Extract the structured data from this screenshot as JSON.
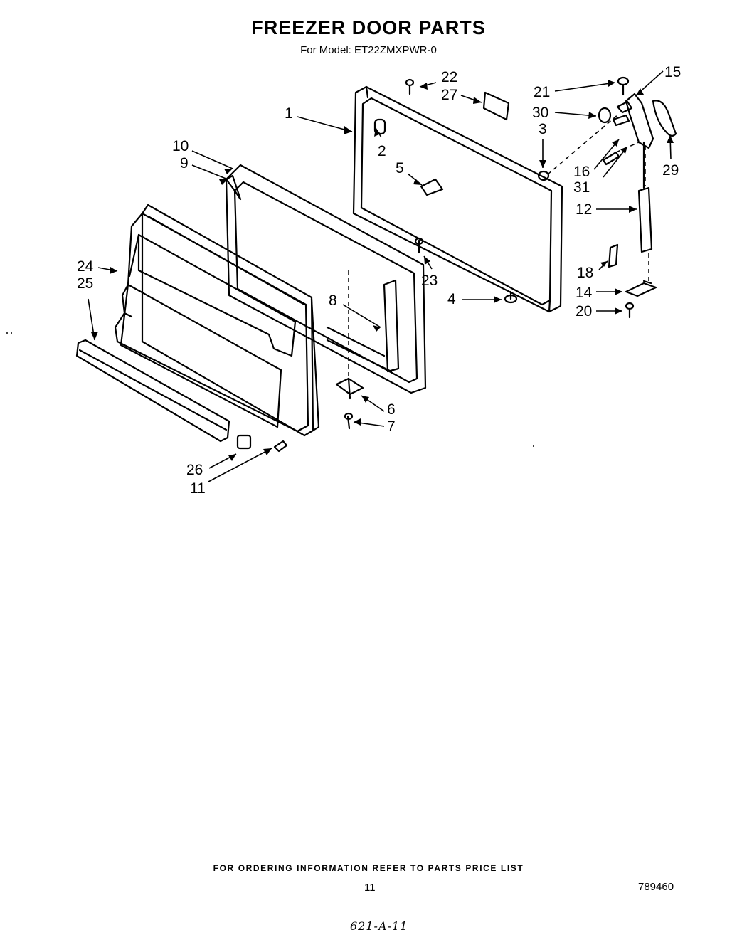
{
  "header": {
    "title": "FREEZER DOOR PARTS",
    "subtitle": "For Model: ET22ZMXPWR-0"
  },
  "callouts": {
    "c1": "1",
    "c2": "2",
    "c3": "3",
    "c4": "4",
    "c5": "5",
    "c6": "6",
    "c7": "7",
    "c8": "8",
    "c9": "9",
    "c10": "10",
    "c11": "11",
    "c12": "12",
    "c14": "14",
    "c15": "15",
    "c16": "16",
    "c18": "18",
    "c20": "20",
    "c21": "21",
    "c22": "22",
    "c23": "23",
    "c24": "24",
    "c25": "25",
    "c26": "26",
    "c27": "27",
    "c29": "29",
    "c30": "30",
    "c31": "31"
  },
  "footer": {
    "ordering_note": "FOR ORDERING INFORMATION REFER TO PARTS PRICE LIST",
    "page_number": "11",
    "document_number": "789460",
    "handwritten_code": "621-A-11"
  }
}
